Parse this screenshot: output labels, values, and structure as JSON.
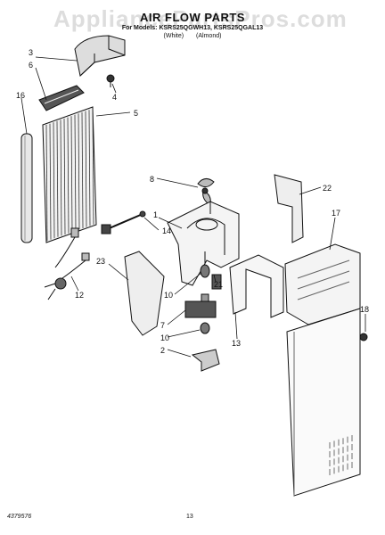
{
  "header": {
    "watermark": "AppliancePartsPros.com",
    "title": "AIR FLOW PARTS",
    "models": "For Models: KSRS25QGWH13, KSRS25QGAL13",
    "color_white": "(White)",
    "color_almond": "(Almond)"
  },
  "callouts": [
    "1",
    "2",
    "3",
    "4",
    "5",
    "6",
    "7",
    "8",
    "10",
    "10",
    "12",
    "13",
    "14",
    "16",
    "17",
    "18",
    "21",
    "22",
    "23"
  ],
  "footer": {
    "doc_number": "4379576",
    "page": "13"
  }
}
